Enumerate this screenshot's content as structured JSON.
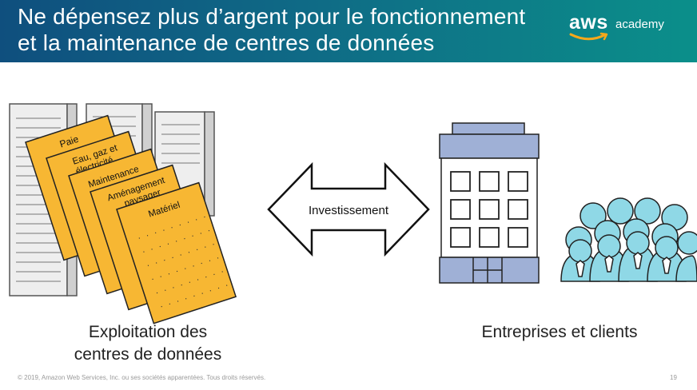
{
  "title_line1": "Ne dépensez plus d’argent pour le fonctionnement",
  "title_line2": "et la maintenance de centres de données",
  "logo": {
    "brand": "aws",
    "product": "academy"
  },
  "documents": [
    "Paie",
    "Eau, gaz et",
    "électricité",
    "Maintenance",
    "Aménagement",
    "paysager",
    "Matériel"
  ],
  "arrow_label": "Investissement",
  "caption_left_line1": "Exploitation des",
  "caption_left_line2": "centres de données",
  "caption_right": "Entreprises et clients",
  "footer": "© 2019, Amazon Web Services, Inc. ou ses sociétés apparentées. Tous droits réservés.",
  "page_number": "19",
  "colors": {
    "header_start": "#0f4f7e",
    "header_end": "#0b8f8a",
    "document": "#f7b733",
    "building": "#9fb0d6",
    "people": "#8fd8e6"
  }
}
